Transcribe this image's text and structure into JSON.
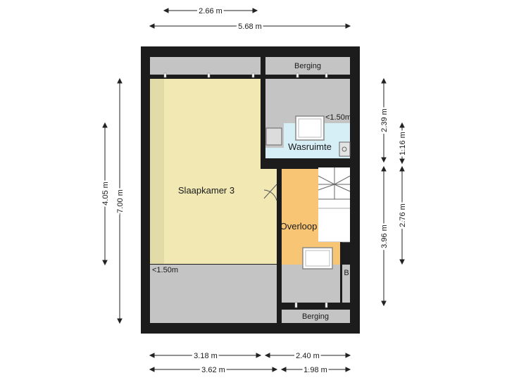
{
  "colors": {
    "wall": "#1c1c1c",
    "slaapkamer": "#f1e8b4",
    "overloop": "#f8c574",
    "wasruimte": "#d6eef6",
    "low_ceiling": "#c4c4c4",
    "dimension_line": "#222222"
  },
  "rooms": {
    "slaapkamer": "Slaapkamer 3",
    "overloop": "Overloop",
    "wasruimte": "Wasruimte",
    "berging_top": "Berging",
    "berging_bottom": "Berging",
    "berging_small": "B"
  },
  "notes": {
    "low_ceiling_slaapkamer": "<1.50m",
    "low_ceiling_wasruimte": "<1.50m"
  },
  "dimensions": {
    "top_inner": "2.66 m",
    "top_total": "5.68 m",
    "bottom_left_inner": "3.18 m",
    "bottom_right_inner": "2.40 m",
    "bottom_left_total": "3.62 m",
    "bottom_right_total": "1.98 m",
    "left_inner": "4.05 m",
    "left_total": "7.00 m",
    "right_upper": "2.39 m",
    "right_lower": "3.96 m",
    "right_small": "1.16 m",
    "right_stair": "2.76 m"
  },
  "icons": [
    "arrow-icon",
    "door-swing-icon",
    "staircase-icon",
    "window-icon",
    "sink-icon",
    "washing-machine-icon"
  ]
}
